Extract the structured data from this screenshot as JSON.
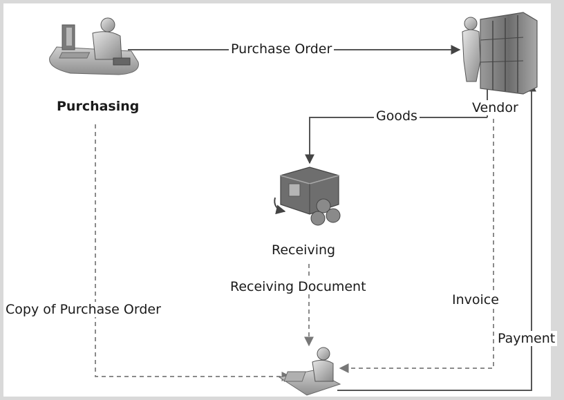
{
  "nodes": {
    "purchasing": "Purchasing",
    "vendor": "Vendor",
    "receiving": "Receiving"
  },
  "flows": {
    "purchase_order": "Purchase Order",
    "goods": "Goods",
    "receiving_document": "Receiving Document",
    "copy_of_purchase_order": "Copy of Purchase Order",
    "invoice": "Invoice",
    "payment": "Payment"
  },
  "icons": {
    "purchasing": "person-at-desk-icon",
    "vendor": "vendor-warehouse-icon",
    "receiving": "receiving-dock-icon",
    "accounts_payable": "person-at-desk-icon"
  },
  "colors": {
    "background": "#ffffff",
    "frame": "#d9d9d9",
    "solid_line": "#555555",
    "dashed_line": "#8a8a8a"
  }
}
